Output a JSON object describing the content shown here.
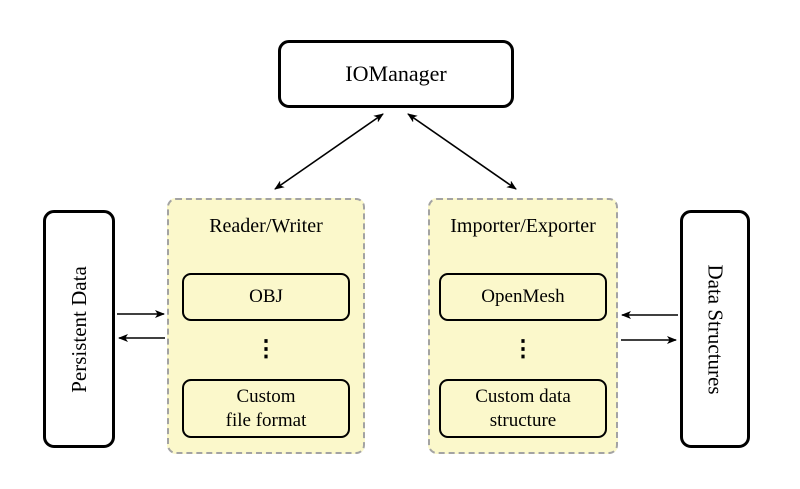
{
  "diagram": {
    "title_box": {
      "label": "IOManager"
    },
    "left_side": {
      "label": "Persistent Data"
    },
    "right_side": {
      "label": "Data Structures"
    },
    "panels": [
      {
        "title": "Reader/Writer",
        "top_item": "OBJ",
        "dots": "⋮",
        "bottom_item": {
          "line1": "Custom",
          "line2": "file format"
        }
      },
      {
        "title": "Importer/Exporter",
        "top_item": "OpenMesh",
        "dots": "⋮",
        "bottom_item": {
          "line1": "Custom data",
          "line2": "structure"
        }
      }
    ],
    "colors": {
      "panel_fill": "#FBF8CB",
      "panel_border": "#A3A3A3",
      "box_border": "#000000",
      "box_fill": "#FFFFFF",
      "arrow": "#000000"
    }
  }
}
